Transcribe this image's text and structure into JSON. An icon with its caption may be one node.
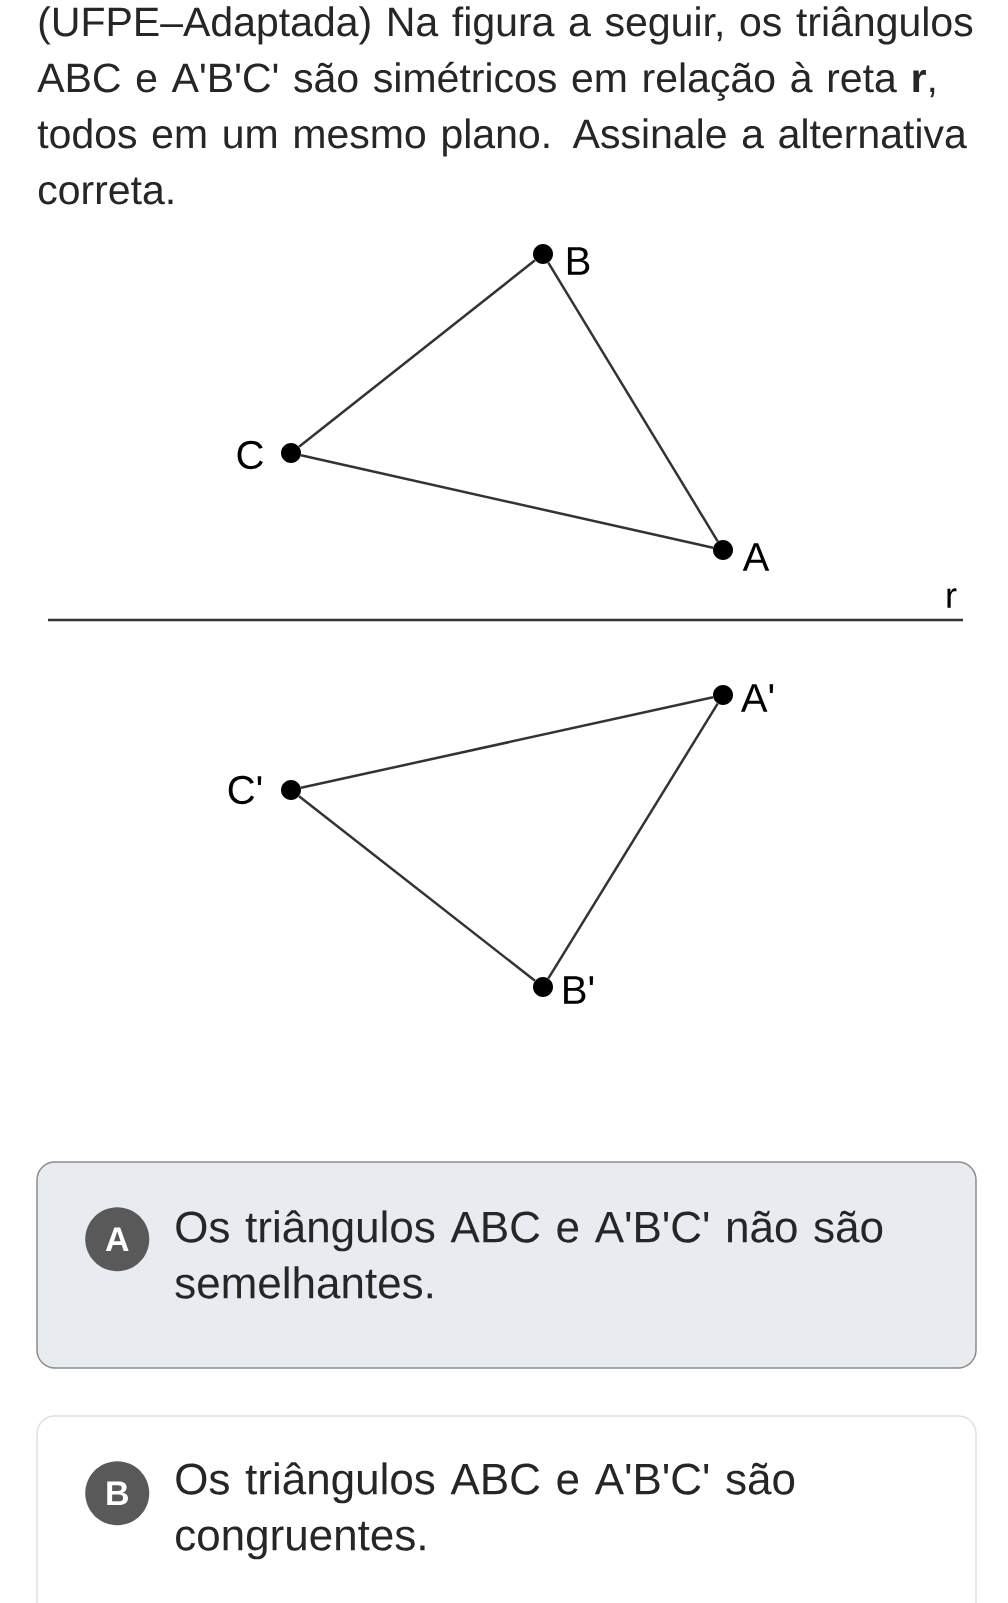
{
  "diagram": {
    "title": "(UFPE–Adaptada) Na figura a seguir, os triângulos ABC e A'B'C' são simétricos em relação à reta **r**, todos em um mesmo plano. Assinale a alternativa correta.",
    "nodes": [
      {
        "text": [],
        "shape": "circle",
        "beside": [
          "B"
        ]
      },
      {
        "text": [],
        "shape": "circle",
        "beside": [
          "C"
        ]
      },
      {
        "text": [],
        "shape": "circle",
        "beside": [
          "A"
        ]
      },
      {
        "text": [],
        "shape": "circle",
        "beside": [
          "A'"
        ]
      },
      {
        "text": [],
        "shape": "circle",
        "beside": [
          "C'"
        ]
      },
      {
        "text": [],
        "shape": "circle",
        "beside": [
          "B'"
        ]
      },
      {
        "text": [
          "Os triângulos ABC e A'B'C' não são semelhantes."
        ]
      },
      {
        "text": [
          "A"
        ],
        "in": 6
      },
      {
        "text": [
          "Os triângulos ABC e A'B'C' são congruentes."
        ]
      },
      {
        "text": [
          "B"
        ],
        "in": 8
      }
    ],
    "edges": [
      {
        "from": 0,
        "to": 1,
        "arrow": "none"
      },
      {
        "from": 1,
        "to": 2,
        "arrow": "none"
      },
      {
        "from": 2,
        "to": 0,
        "arrow": "none"
      },
      {
        "from": 3,
        "to": 4,
        "arrow": "none"
      },
      {
        "from": 4,
        "to": 5,
        "arrow": "none"
      },
      {
        "from": 5,
        "to": 3,
        "arrow": "none"
      }
    ],
    "labels": [
      "r"
    ]
  }
}
